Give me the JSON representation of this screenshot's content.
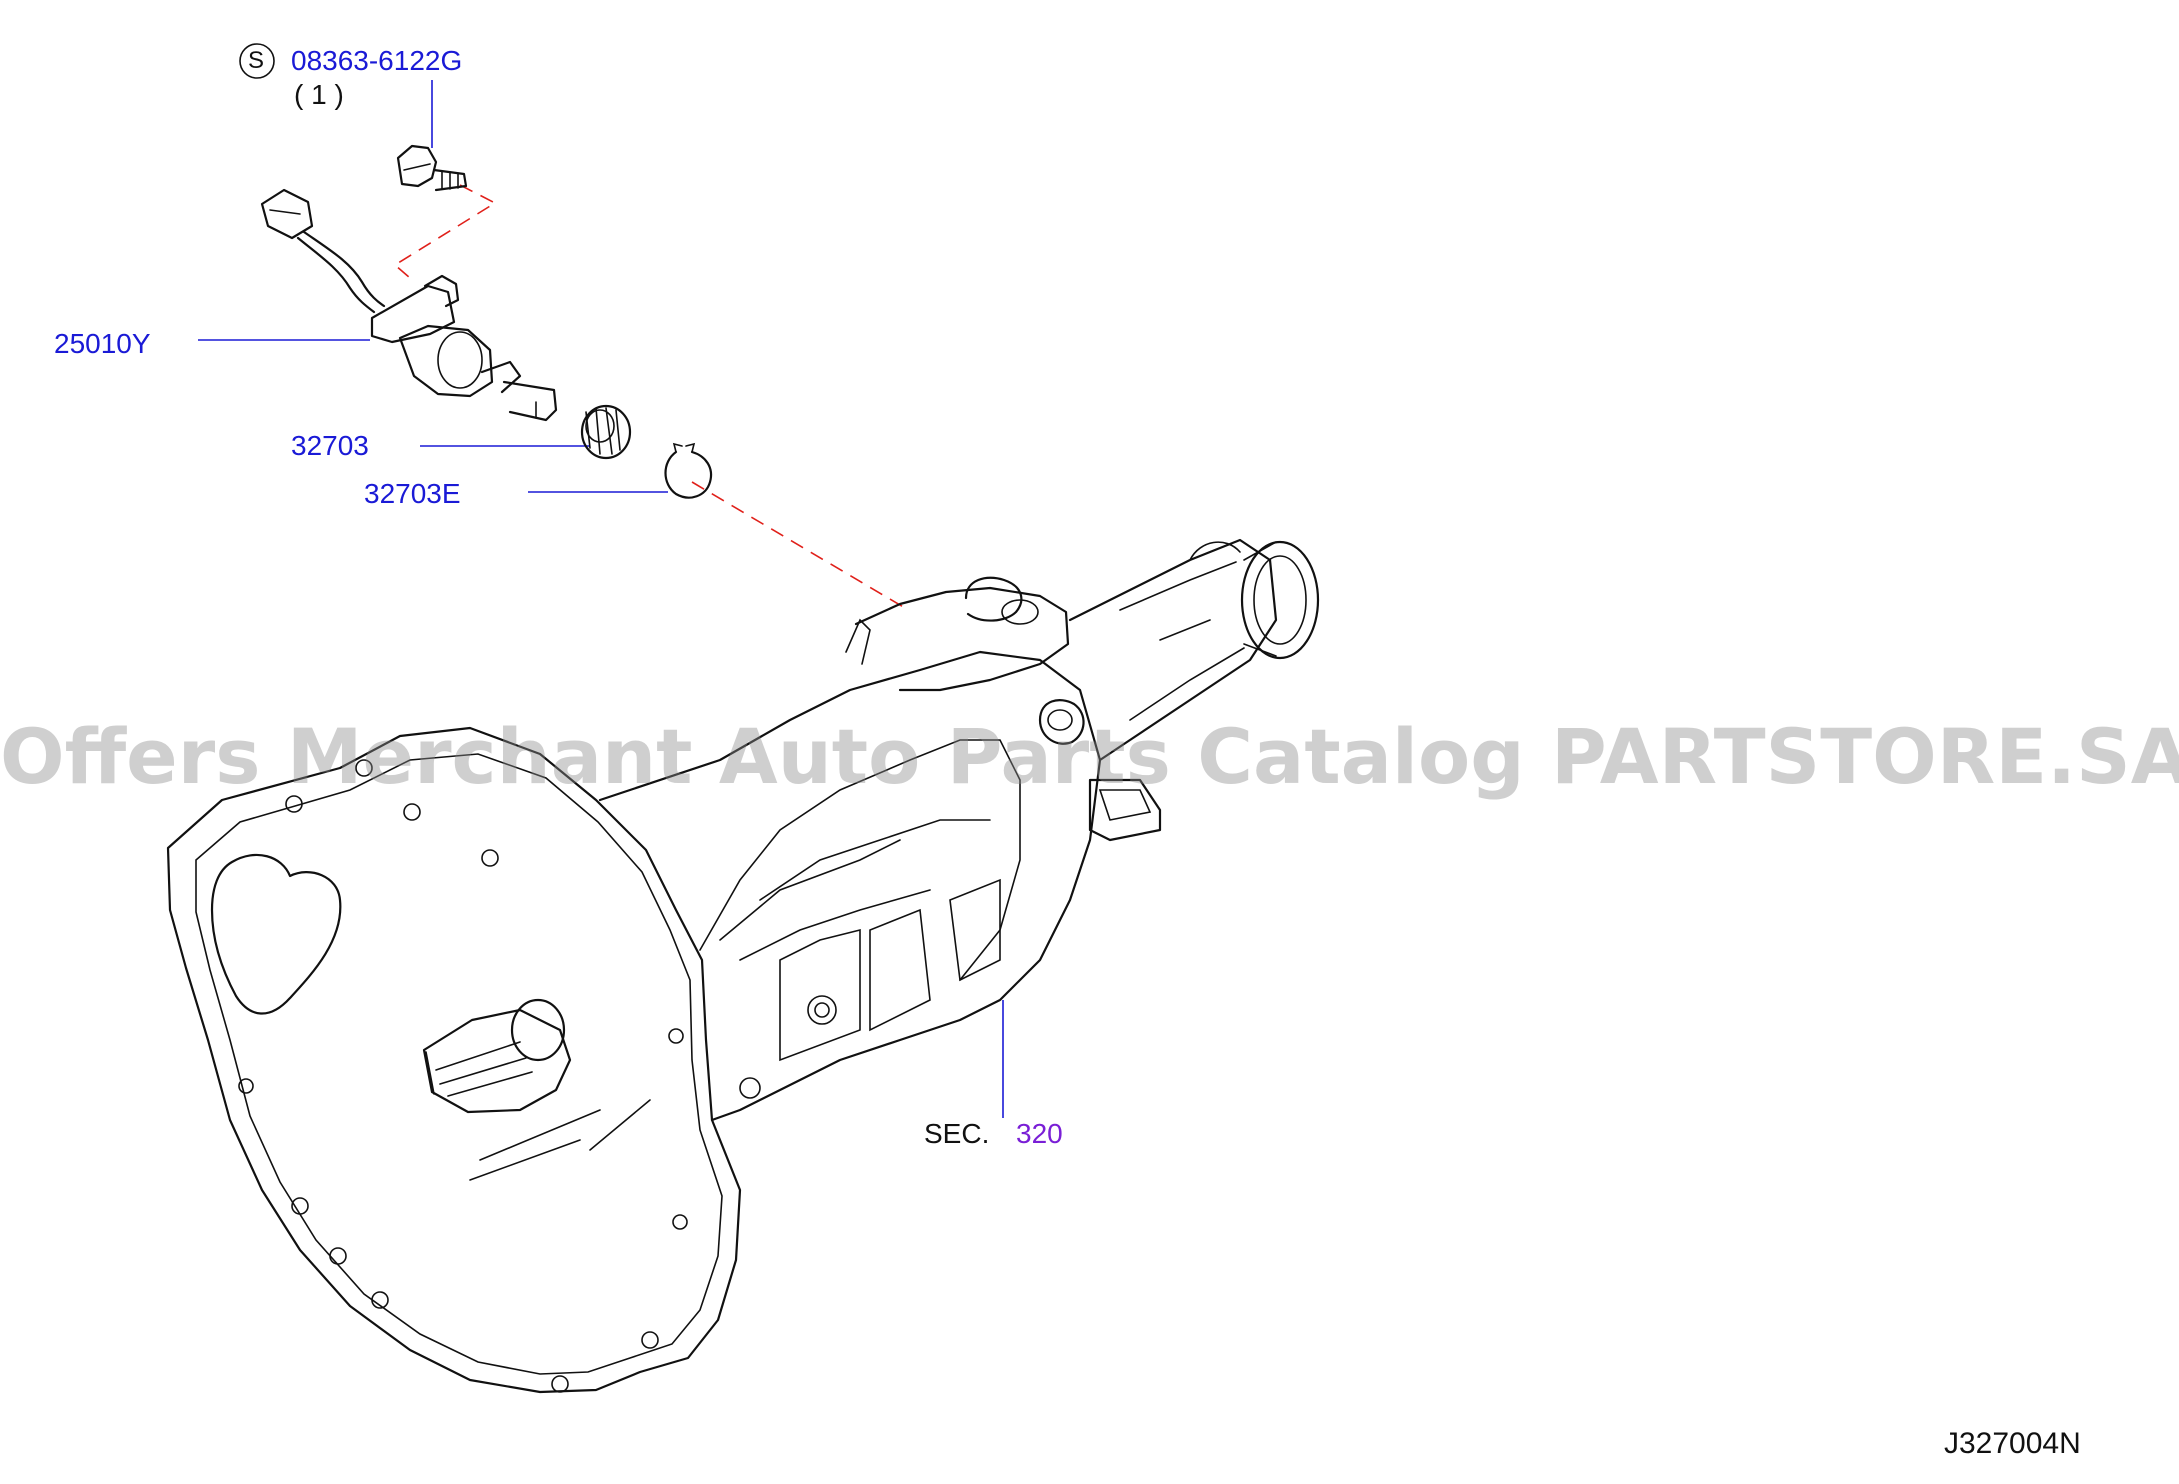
{
  "symbol": "S",
  "parts": {
    "bolt_number": "08363-6122G",
    "bolt_qty": "( 1 )",
    "sensor_number": "25010Y",
    "gear_number": "32703",
    "ring_number": "32703E"
  },
  "section": {
    "prefix": "SEC.",
    "number": "320"
  },
  "diagram_code": "J327004N",
  "watermark": "Offers Merchant Auto Parts Catalog PARTSTORE.SA",
  "colors": {
    "part_link": "#1a1ad6",
    "section_link": "#7a1fd6",
    "dashed_guide": "#e0201a"
  }
}
